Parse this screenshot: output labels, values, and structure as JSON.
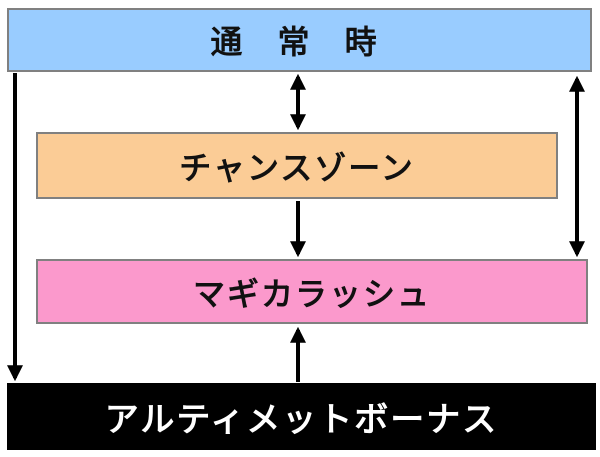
{
  "colors": {
    "normal_fill": "#99ccff",
    "chance_fill": "#fbcc96",
    "magika_fill": "#fb99cc",
    "ultimate_fill": "#000000",
    "ultimate_text": "#ffffff",
    "box_border": "#808080",
    "arrow": "#000000"
  },
  "states": {
    "normal": {
      "label": "通 常 時"
    },
    "chance_zone": {
      "label": "チャンスゾーン"
    },
    "magika_rush": {
      "label": "マギカラッシュ"
    },
    "ultimate_bonus": {
      "label": "アルティメットボーナス"
    }
  },
  "transitions": [
    {
      "from": "normal",
      "to": "chance_zone",
      "bidirectional": true
    },
    {
      "from": "chance_zone",
      "to": "magika_rush",
      "bidirectional": false
    },
    {
      "from": "normal",
      "to": "magika_rush",
      "bidirectional": true
    },
    {
      "from": "normal",
      "to": "ultimate_bonus",
      "bidirectional": false
    },
    {
      "from": "ultimate_bonus",
      "to": "magika_rush",
      "bidirectional": false
    }
  ]
}
